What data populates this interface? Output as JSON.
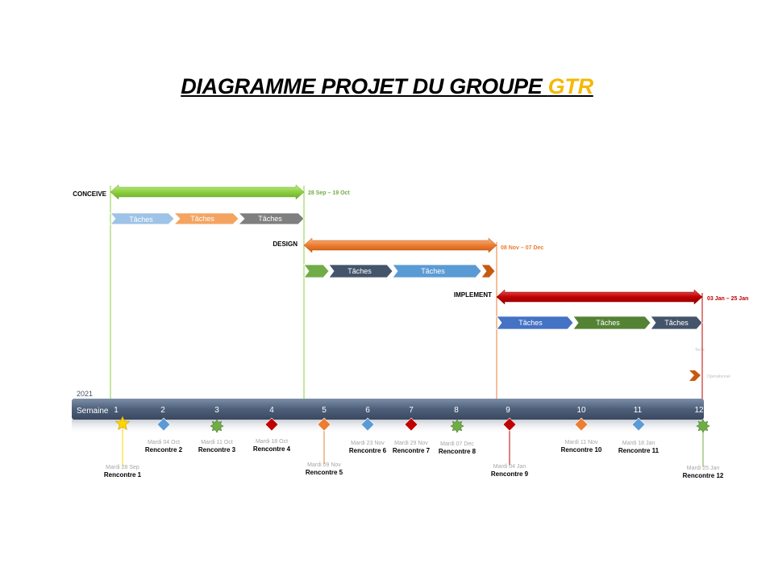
{
  "title": {
    "main": "DIAGRAMME PROJET DU GROUPE ",
    "accent": "GTR"
  },
  "timeline": {
    "year": "2021",
    "week_label": "Semaine",
    "weeks": [
      "1",
      "2",
      "3",
      "4",
      "5",
      "6",
      "7",
      "8",
      "9",
      "10",
      "11",
      "12"
    ]
  },
  "phases": [
    {
      "name": "CONCEIVE",
      "dates": "28 Sep – 19 Oct",
      "color": "#8ccf3f"
    },
    {
      "name": "DESIGN",
      "dates": "08 Nov – 07 Dec",
      "color": "#ed7d31"
    },
    {
      "name": "IMPLEMENT",
      "dates": "03 Jan – 25 Jan",
      "color": "#c00000"
    }
  ],
  "tasks": {
    "conceive": [
      "Tâches",
      "Tâches",
      "Tâches"
    ],
    "design": [
      "",
      "Tâches",
      "Tâches",
      ""
    ],
    "implement": [
      "Tâches",
      "Tâches",
      "Tâches"
    ]
  },
  "legend": {
    "tests": "Tests",
    "operational": "Opérationnel"
  },
  "milestones": [
    {
      "date": "Mardi 28 Sep",
      "name": "Rencontre 1",
      "color": "#ffd400",
      "shape": "star"
    },
    {
      "date": "Mardi 04 Oct",
      "name": "Rencontre 2",
      "color": "#5b9bd5",
      "shape": "diamond"
    },
    {
      "date": "Mardi 11 Oct",
      "name": "Rencontre 3",
      "color": "#70ad47",
      "shape": "burst"
    },
    {
      "date": "Mardi 18 Oct",
      "name": "Rencontre 4",
      "color": "#c00000",
      "shape": "diamond"
    },
    {
      "date": "Mardi 09 Nov",
      "name": "Rencontre 5",
      "color": "#ed7d31",
      "shape": "diamond"
    },
    {
      "date": "Mardi 23 Nov",
      "name": "Rencontre 6",
      "color": "#5b9bd5",
      "shape": "diamond"
    },
    {
      "date": "Mardi 29 Nov",
      "name": "Rencontre 7",
      "color": "#c00000",
      "shape": "diamond"
    },
    {
      "date": "Mardi 07 Dec",
      "name": "Rencontre 8",
      "color": "#70ad47",
      "shape": "burst"
    },
    {
      "date": "Mardi 04 Jan",
      "name": "Rencontre 9",
      "color": "#c00000",
      "shape": "diamond"
    },
    {
      "date": "Mardi 11 Nov",
      "name": "Rencontre 10",
      "color": "#ed7d31",
      "shape": "diamond"
    },
    {
      "date": "Mardi 18 Jan",
      "name": "Rencontre 11",
      "color": "#5b9bd5",
      "shape": "diamond"
    },
    {
      "date": "Mardi 25 Jan",
      "name": "Rencontre 12",
      "color": "#70ad47",
      "shape": "burst"
    }
  ]
}
